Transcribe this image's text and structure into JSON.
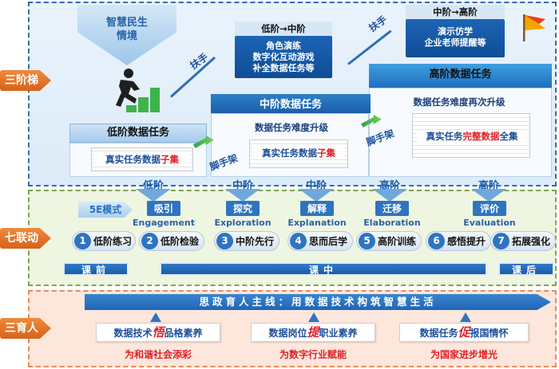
{
  "sections": {
    "tier": {
      "label": "三阶梯"
    },
    "link": {
      "label": "七联动"
    },
    "edu": {
      "label": "三育人"
    }
  },
  "stairs": {
    "top_arrow": "智慧民生\n情境",
    "handrail_label": "扶手",
    "scaffold_label": "脚手架",
    "low": {
      "title": "低阶数据任务",
      "doc_prefix": "真实任务数据",
      "doc_accent": "子集"
    },
    "mid": {
      "title": "中阶数据任务",
      "subtitle": "数据任务难度升级",
      "doc_prefix": "真实任务数据",
      "doc_accent": "子集",
      "transition_head": "低阶→中阶",
      "transition_body": "角色演练\n数字化互动游戏\n补全数据任务等"
    },
    "high": {
      "title": "高阶数据任务",
      "subtitle": "数据任务难度再次升级",
      "doc_prefix": "真实任务",
      "doc_accent": "完整数据",
      "doc_suffix": "全集",
      "transition_head": "中阶→高阶",
      "transition_body": "演示仿学\n企业老师提醒等"
    }
  },
  "linkage": {
    "five_e": "5E模式",
    "levels": [
      "低阶",
      "中阶",
      "中阶",
      "高阶",
      "高阶"
    ],
    "phases": [
      {
        "cn": "吸引",
        "en": "Engagement"
      },
      {
        "cn": "探究",
        "en": "Exploration"
      },
      {
        "cn": "解释",
        "en": "Explanation"
      },
      {
        "cn": "迁移",
        "en": "Elaboration"
      },
      {
        "cn": "评价",
        "en": "Evaluation"
      }
    ],
    "steps": [
      {
        "num": "1",
        "label": "低阶练习"
      },
      {
        "num": "2",
        "label": "低阶检验"
      },
      {
        "num": "3",
        "label": "中阶先行"
      },
      {
        "num": "4",
        "label": "思而后学"
      },
      {
        "num": "5",
        "label": "高阶训练"
      },
      {
        "num": "6",
        "label": "感悟提升"
      },
      {
        "num": "7",
        "label": "拓展强化"
      }
    ],
    "time": {
      "pre": "课前",
      "in": "课中",
      "post": "课后"
    }
  },
  "education": {
    "main_line": "思政育人主线：用数据技术构筑智慧生活",
    "items": [
      {
        "prefix": "数据技术",
        "accent": "悟",
        "suffix": "品格素养",
        "goal": "为和谐社会添彩"
      },
      {
        "prefix": "数据岗位",
        "accent": "提",
        "suffix": "职业素养",
        "goal": "为数字行业赋能"
      },
      {
        "prefix": "数据任务",
        "accent": "促",
        "suffix": "报国情怀",
        "goal": "为国家进步增光"
      }
    ]
  },
  "colors": {
    "accent_blue": "#2f74c0",
    "accent_red": "#e0212a",
    "tag_orange": "#e8742a"
  }
}
